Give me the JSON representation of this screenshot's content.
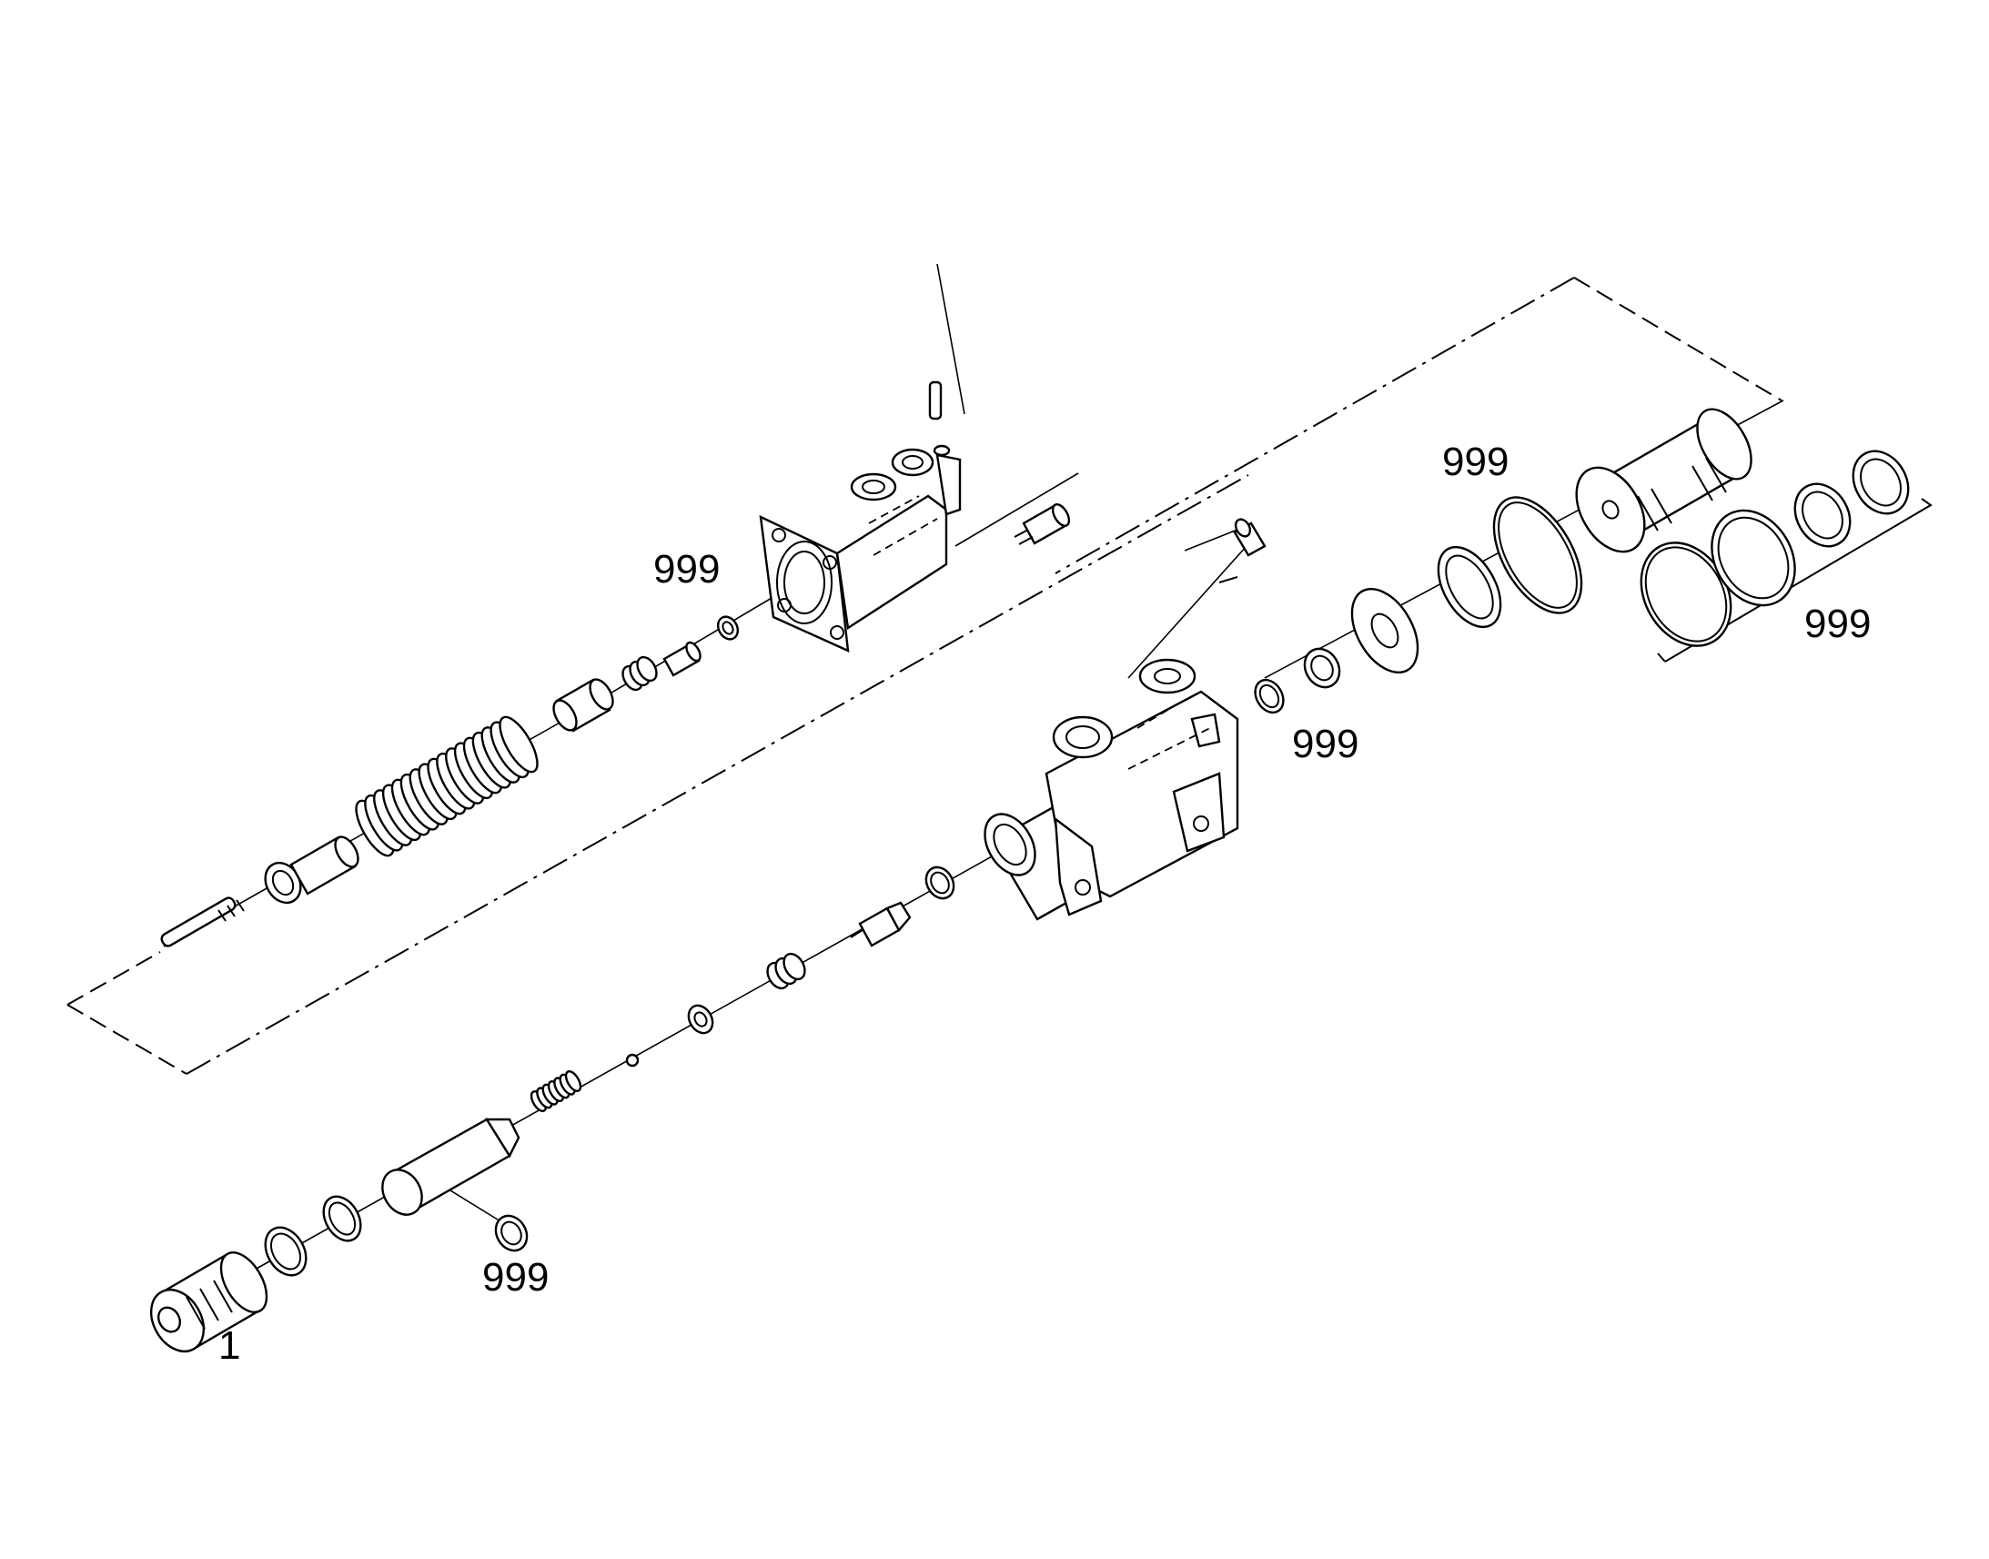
{
  "diagram": {
    "callouts": [
      {
        "id": "callout-valve-seal-kit",
        "text": "999"
      },
      {
        "id": "callout-upper-rings-kit",
        "text": "999"
      },
      {
        "id": "callout-ring-set-kit",
        "text": "999"
      },
      {
        "id": "callout-body-seal-kit",
        "text": "999"
      },
      {
        "id": "callout-lower-ring-kit",
        "text": "999"
      },
      {
        "id": "callout-assembly-item",
        "text": "1"
      }
    ]
  }
}
